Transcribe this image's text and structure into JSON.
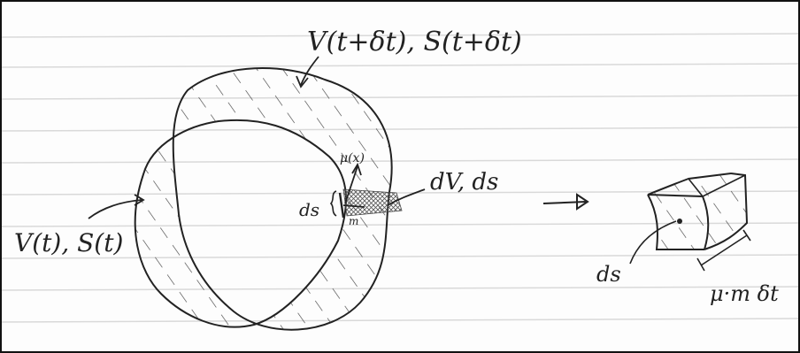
{
  "labels": {
    "outer_region": "V(t+δt), S(t+δt)",
    "inner_region": "V(t), S(t)",
    "normal_vector": "μ(x)",
    "ds_left": "ds",
    "dv_ds": "dV, ds",
    "m_label": "m",
    "ds_right": "ds",
    "mu_m_dt": "μ·m δt"
  },
  "colors": {
    "ink": "#222222",
    "ruled_line": "#d9d9d9",
    "paper": "#fdfdfd"
  }
}
